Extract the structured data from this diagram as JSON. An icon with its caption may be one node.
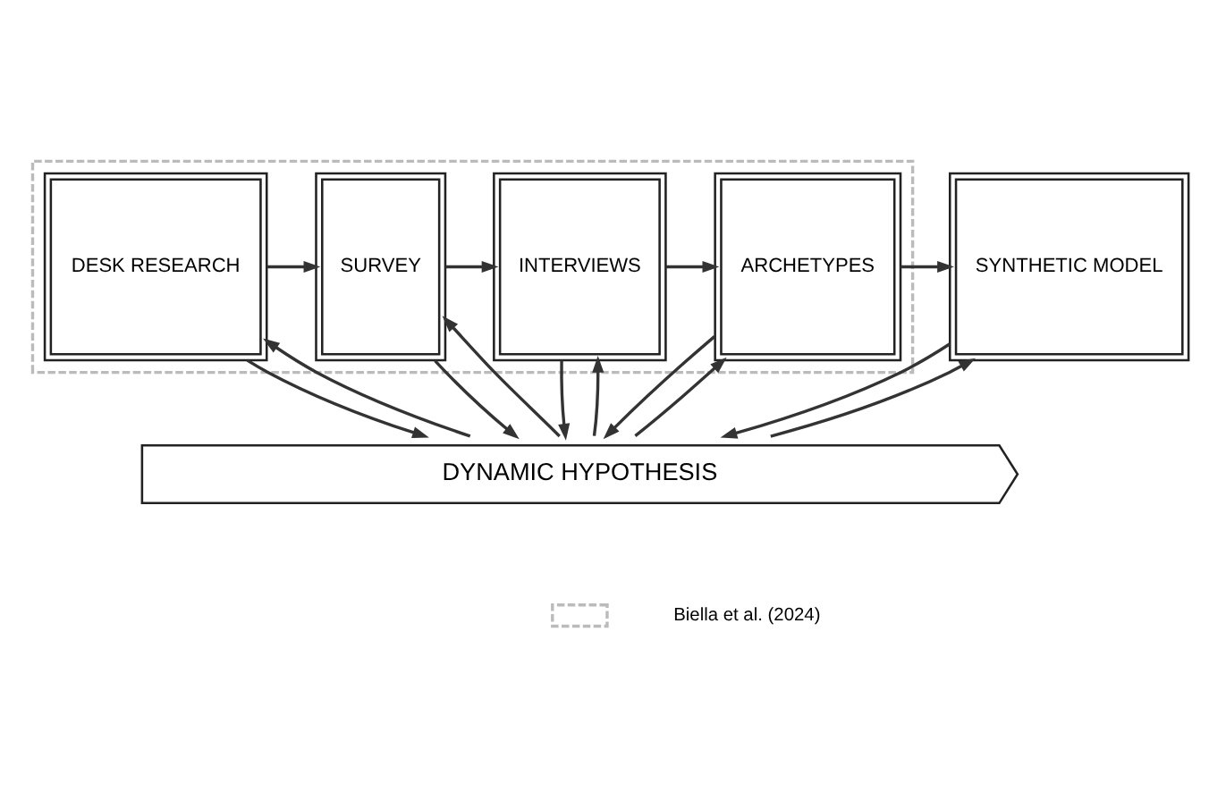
{
  "diagram": {
    "nodes": [
      {
        "text": [],
        "shape": "box"
      },
      {
        "text": [
          "DESK RESEARCH"
        ],
        "in": 0
      },
      {
        "text": [
          "SURVEY"
        ],
        "in": 0
      },
      {
        "text": [
          "INTERVIEWS"
        ],
        "in": 0
      },
      {
        "text": [
          "ARCHETYPES"
        ],
        "in": 0
      },
      {
        "text": [
          "SYNTHETIC MODEL"
        ]
      },
      {
        "text": [
          "DYNAMIC HYPOTHESIS"
        ]
      }
    ],
    "edges": [
      {
        "from": 1,
        "to": 2,
        "arrow": "to"
      },
      {
        "from": 2,
        "to": 3,
        "arrow": "to"
      },
      {
        "from": 3,
        "to": 4,
        "arrow": "to"
      },
      {
        "from": 4,
        "to": 5,
        "arrow": "to"
      },
      {
        "from": 6,
        "to": 1,
        "arrow": "to"
      },
      {
        "from": 1,
        "to": 6,
        "arrow": "to"
      },
      {
        "from": 6,
        "to": 2,
        "arrow": "to"
      },
      {
        "from": 2,
        "to": 6,
        "arrow": "to"
      },
      {
        "from": 6,
        "to": 3,
        "arrow": "to"
      },
      {
        "from": 3,
        "to": 6,
        "arrow": "to"
      },
      {
        "from": 6,
        "to": 4,
        "arrow": "to"
      },
      {
        "from": 4,
        "to": 6,
        "arrow": "to"
      },
      {
        "from": 6,
        "to": 5,
        "arrow": "to"
      },
      {
        "from": 5,
        "to": 6,
        "arrow": "to"
      }
    ],
    "legend": [
      {
        "text": "Biella et al. (2024)"
      }
    ]
  }
}
